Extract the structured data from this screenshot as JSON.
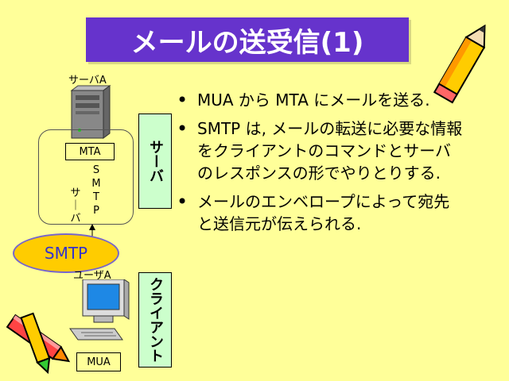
{
  "slide": {
    "title": "メールの送受信(1)",
    "bullets": [
      "MUA から MTA にメールを送る.",
      "SMTP は, メールの転送に必要な情報をクライアントのコマンドとサーバのレスポンスの形でやりとりする.",
      "メールのエンベロープによって宛先と送信元が伝えられる."
    ],
    "bullet_symbol": "•"
  },
  "diagram": {
    "server_a_label": "サーバA",
    "mta_label": "MTA",
    "smtp_letters": [
      "S",
      "M",
      "T",
      "P"
    ],
    "server_letters": [
      "サ",
      "｜",
      "バ"
    ],
    "smtp_oval_label": "SMTP",
    "user_a_label": "ユーザA",
    "mua_label": "MUA",
    "server_box_label": "サーバ",
    "client_box_label": "クライアント"
  },
  "colors": {
    "background": "#ffff99",
    "title_bg": "#6633cc",
    "title_text": "#ffffff",
    "note_box": "#ccffcc",
    "oval_fill": "#ffcc00",
    "oval_text": "#3333cc",
    "oval_stroke": "#7766cc"
  },
  "icons": [
    "server-tower-icon",
    "computer-icon",
    "pencil-icon",
    "crayon-icon"
  ]
}
